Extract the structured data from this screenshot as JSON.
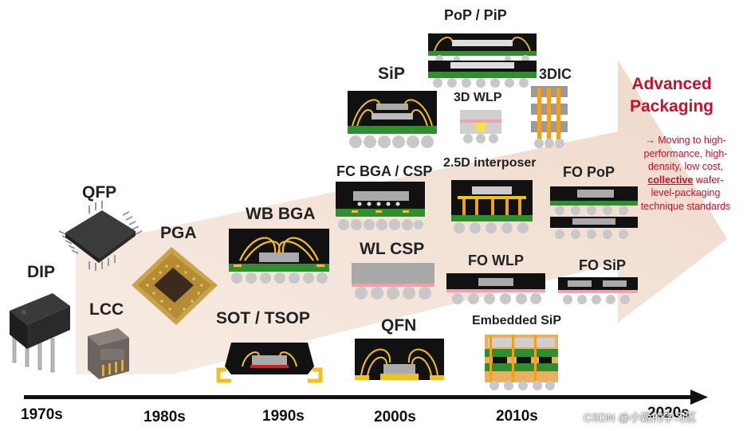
{
  "labels": {
    "dip": "DIP",
    "lcc": "LCC",
    "qfp": "QFP",
    "pga": "PGA",
    "wb_bga": "WB BGA",
    "sot_tsop": "SOT / TSOP",
    "sip": "SiP",
    "fc_bga_csp": "FC BGA / CSP",
    "wl_csp": "WL CSP",
    "qfn": "QFN",
    "pop_pip": "PoP / PiP",
    "wlp_3d": "3D WLP",
    "dic_3d": "3DIC",
    "interposer_25d": "2.5D interposer",
    "fo_pop": "FO PoP",
    "fo_wlp": "FO WLP",
    "fo_sip": "FO SiP",
    "embedded_sip": "Embedded SiP"
  },
  "advanced": {
    "title_line1": "Advanced",
    "title_line2": "Packaging",
    "desc_before": "→ Moving to high-performance, high-density, low cost, ",
    "desc_emph": "collective",
    "desc_after": " wafer-level-packaging technique standards"
  },
  "timeline": {
    "decades": [
      "1970s",
      "1980s",
      "1990s",
      "2000s",
      "2010s",
      "2020s"
    ]
  },
  "watermark": "CSDN @小姬的学习区",
  "colors": {
    "accent_red": "#c8102e",
    "arrow_fill": "#f3e3d7",
    "substrate_green": "#2f8f2f",
    "wire_gold": "#f2c01e",
    "ball_gray": "#c8c8c8"
  }
}
